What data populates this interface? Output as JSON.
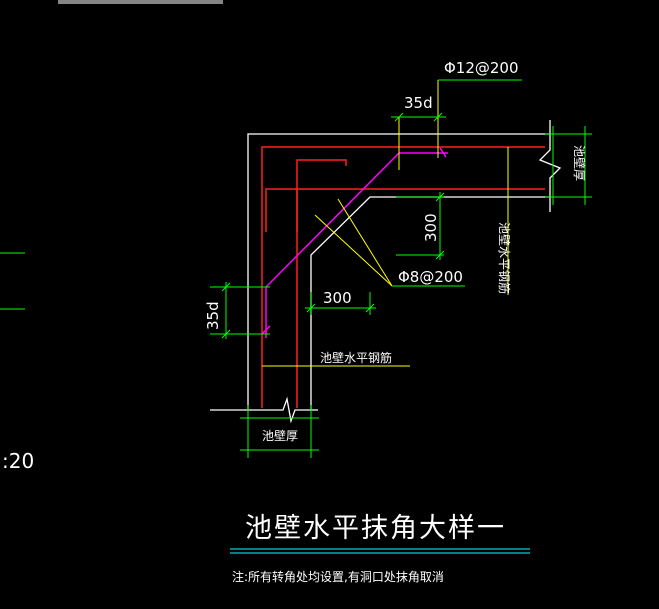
{
  "drawing": {
    "labels": {
      "rebar_top": "Φ12@200",
      "rebar_chamfer": "Φ8@200",
      "dim_35d_top": "35d",
      "dim_35d_left": "35d",
      "dim_300_vertical": "300",
      "dim_300_horizontal": "300",
      "wall_thickness_bottom": "池壁厚",
      "wall_thickness_right": "池壁厚",
      "horizontal_rebar_h": "池壁水平钢筋",
      "horizontal_rebar_v": "池壁水平钢筋",
      "scale_fragment": ":20"
    },
    "title": "池壁水平抹角大样一",
    "note": "注:所有转角处均设置,有洞口处抹角取消"
  },
  "colors": {
    "background": "#000000",
    "outline": "#ffffff",
    "rebar": "#ff1f1f",
    "chamfer_rebar": "#ff00ff",
    "leader": "#ffff00",
    "dimension": "#00ff00",
    "title_rule": "#00ffff"
  }
}
